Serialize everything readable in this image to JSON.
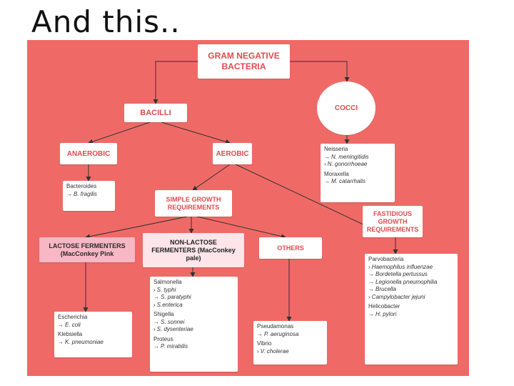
{
  "slide": {
    "title": "And this.."
  },
  "diagram": {
    "root": "GRAM NEGATIVE BACTERIA",
    "bacilli": "BACILLI",
    "cocci": "COCCI",
    "anaerobic": "ANAEROBIC",
    "aerobic": "AEROBIC",
    "simple_growth": "SIMPLE GROWTH REQUIREMENTS",
    "fastidious": "FASTIDIOUS GROWTH REQUIREMENTS",
    "lactose_fermenters": "LACTOSE FERMENTERS (MacConkey Pink",
    "non_lactose_fermenters": "NON-LACTOSE FERMENTERS (MacConkey pale)",
    "others": "OTHERS",
    "lists": {
      "cocci_list": [
        {
          "genus": "Neisseria",
          "species": [
            {
              "arrow": "→",
              "name": "N. meningitidis"
            },
            {
              "arrow": "›",
              "name": "N. gonorrhoeae"
            }
          ]
        },
        {
          "genus": "Moraxella",
          "species": [
            {
              "arrow": "→",
              "name": "M. catarrhalis"
            }
          ]
        }
      ],
      "anaerobic_list": [
        {
          "genus": "Bacteroides",
          "species": [
            {
              "arrow": "→",
              "name": "B. fragilis"
            }
          ]
        }
      ],
      "lactose_list": [
        {
          "genus": "Escherichia",
          "species": [
            {
              "arrow": "→",
              "name": "E. coli"
            }
          ]
        },
        {
          "genus": "Klebsiella",
          "species": [
            {
              "arrow": "→",
              "name": "K. pneumoniae"
            }
          ]
        }
      ],
      "nonlactose_list": [
        {
          "genus": "Salmonella",
          "species": [
            {
              "arrow": "›",
              "name": "S. typhi"
            },
            {
              "arrow": "→",
              "name": "S. paratyphi"
            },
            {
              "arrow": "›",
              "name": "S.enterica"
            }
          ]
        },
        {
          "genus": "Shigella",
          "species": [
            {
              "arrow": "→",
              "name": "S. sonnei"
            },
            {
              "arrow": "›",
              "name": "S. dysenteriae"
            }
          ]
        },
        {
          "genus": "Proteus",
          "species": [
            {
              "arrow": "→",
              "name": "P. mirabilis"
            }
          ]
        }
      ],
      "others_list": [
        {
          "genus": "Pseudamonas",
          "species": [
            {
              "arrow": "→",
              "name": "P. aeruginosa"
            }
          ]
        },
        {
          "genus": "Vibrio",
          "species": [
            {
              "arrow": "›",
              "name": "V. cholerae"
            }
          ]
        }
      ],
      "fastidious_list": [
        {
          "genus": "Parvobacteria",
          "species": [
            {
              "arrow": "›",
              "name": "Haemophilus influenzae"
            },
            {
              "arrow": "→",
              "name": "Bordetella pertussus"
            },
            {
              "arrow": "→",
              "name": "Legionella pneumophilia"
            },
            {
              "arrow": "→",
              "name": "Brucella"
            },
            {
              "arrow": "›",
              "name": "Campylobacter jejuni"
            }
          ]
        },
        {
          "genus": "Helicobacter",
          "species": [
            {
              "arrow": "→",
              "name": "H. pylori"
            }
          ]
        }
      ]
    },
    "colors": {
      "panel": "#ef6a66",
      "header_text": "#e14b4e",
      "lactose_fill": "#f7b7c5",
      "non_lactose_fill": "#fde5ea"
    }
  }
}
